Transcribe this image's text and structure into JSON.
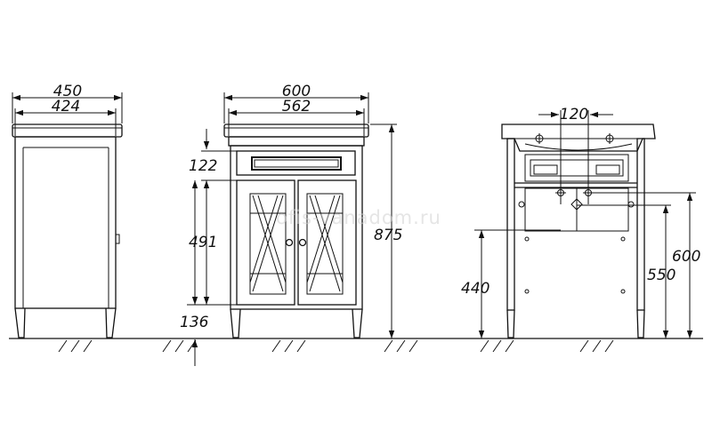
{
  "watermark": "ofis-vanadom.ru",
  "side_view": {
    "outer_width": "450",
    "inner_width": "424"
  },
  "front_view": {
    "outer_width": "600",
    "inner_width": "562",
    "drawer_height": "122",
    "doors_height": "491",
    "plinth_height": "136",
    "total_height": "875"
  },
  "rear_view": {
    "drain_spacing": "120",
    "drain_height": "440",
    "supply_height_low": "550",
    "supply_height_high": "600"
  }
}
